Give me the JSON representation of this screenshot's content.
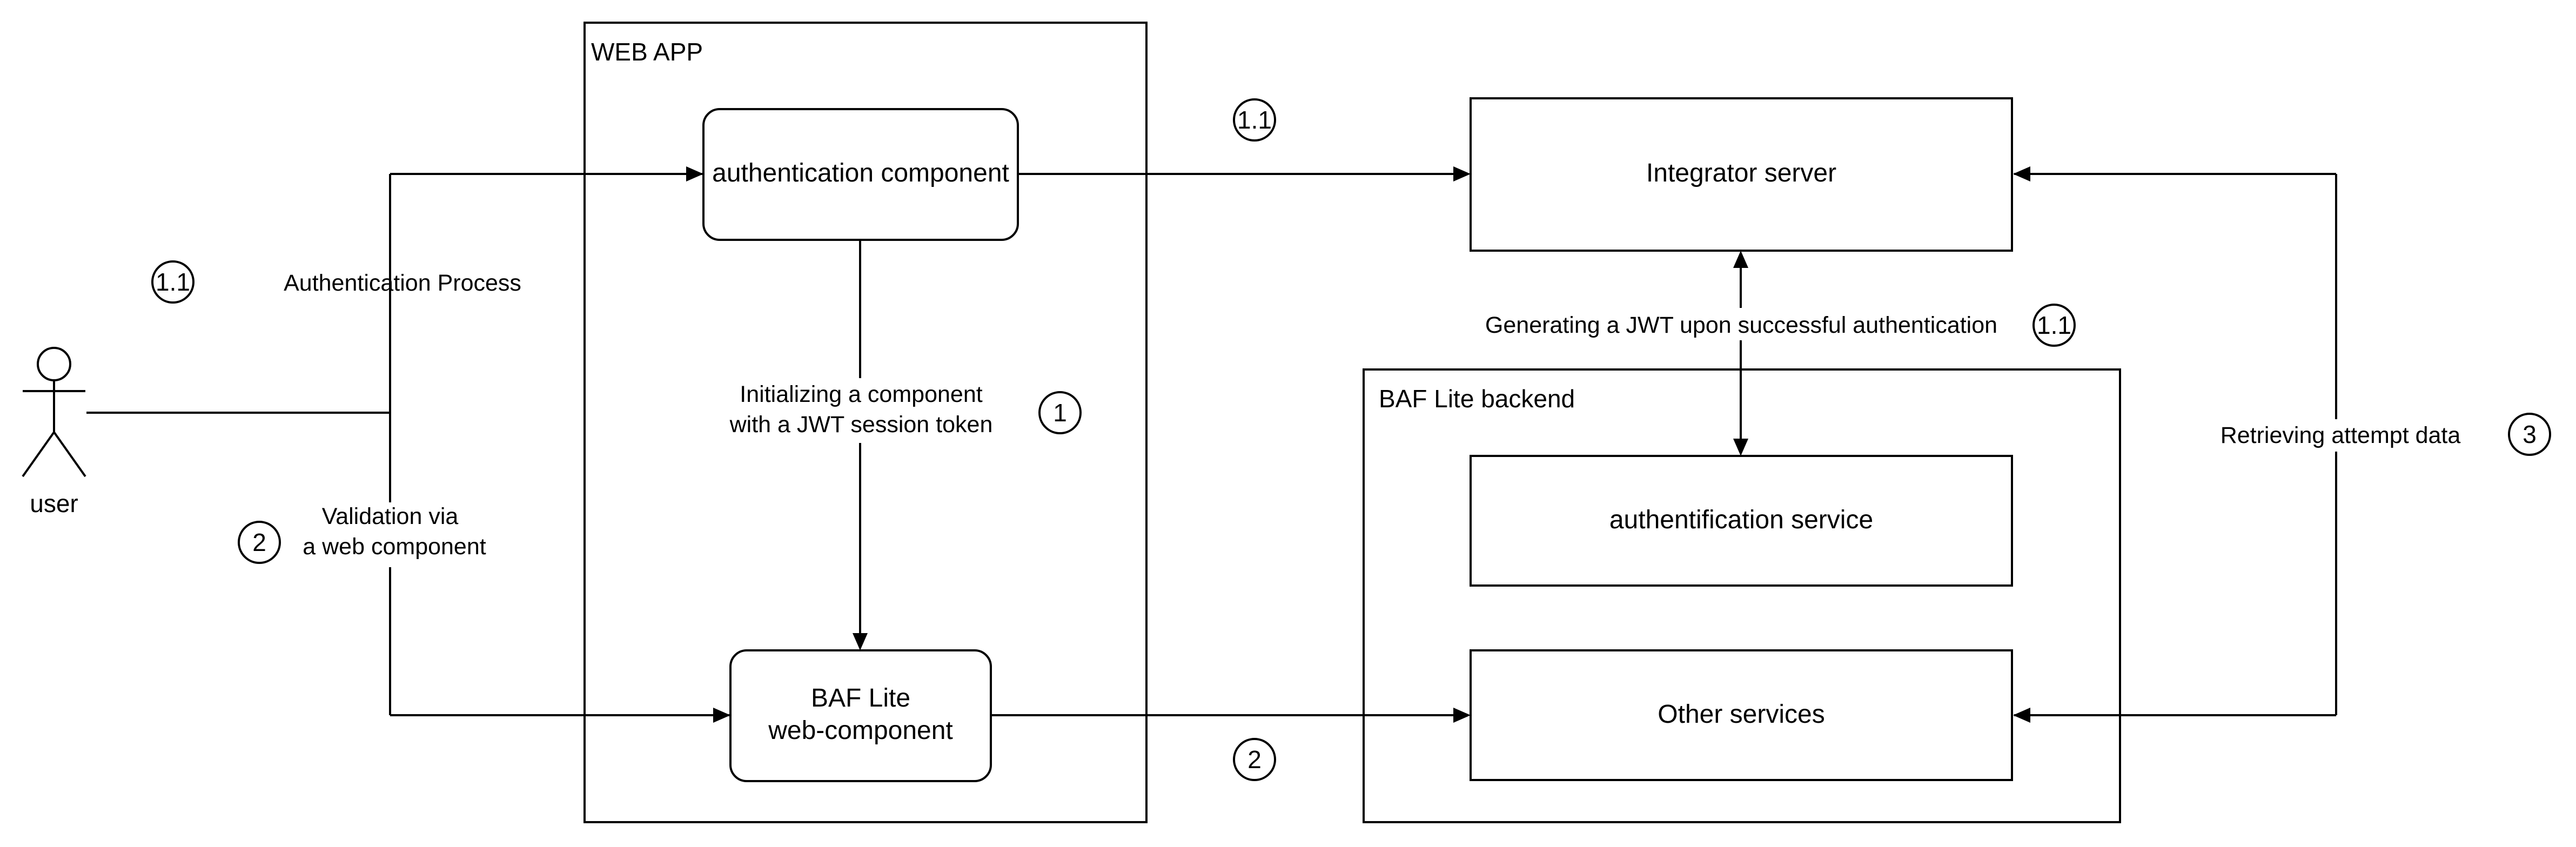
{
  "actor": {
    "label": "user"
  },
  "containers": {
    "web_app": {
      "label": "WEB APP"
    },
    "baf_lite_backend": {
      "label": "BAF Lite backend"
    }
  },
  "boxes": {
    "auth_component": {
      "label": "authentication component"
    },
    "baf_web_component": {
      "line1": "BAF Lite",
      "line2": "web-component"
    },
    "integrator_server": {
      "label": "Integrator server"
    },
    "auth_service": {
      "label": "authentification service"
    },
    "other_services": {
      "label": "Other services"
    }
  },
  "edge_labels": {
    "authentication_process": "Authentication Process",
    "validation_line1": "Validation via",
    "validation_line2": "a web component",
    "init_line1": "Initializing a component",
    "init_line2": "with a JWT session token",
    "generating_jwt": "Generating a JWT upon successful authentication",
    "retrieving_attempt": "Retrieving attempt data"
  },
  "step_badges": {
    "left_top": "1.1",
    "left_bottom": "2",
    "init": "1",
    "top_middle": "1.1",
    "jwt": "1.1",
    "bottom_middle": "2",
    "right": "3"
  }
}
